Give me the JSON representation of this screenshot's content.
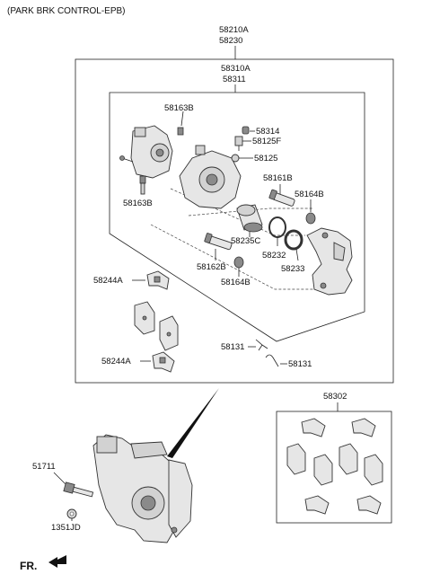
{
  "header": "(PARK BRK CONTROL-EPB)",
  "direction_label": "FR.",
  "labels": {
    "l58210A": "58210A",
    "l58230": "58230",
    "l58310A": "58310A",
    "l58311": "58311",
    "l58163B_top": "58163B",
    "l58314": "58314",
    "l58125F": "58125F",
    "l58125": "58125",
    "l58161B": "58161B",
    "l58164B_top": "58164B",
    "l58163B_left": "58163B",
    "l58235C": "58235C",
    "l58232": "58232",
    "l58233": "58233",
    "l58162B": "58162B",
    "l58164B_bottom": "58164B",
    "l58244A_top": "58244A",
    "l58244A_bottom": "58244A",
    "l58131_a": "58131",
    "l58131_b": "58131",
    "l58302": "58302",
    "l51711": "51711",
    "l1351JD": "1351JD"
  }
}
